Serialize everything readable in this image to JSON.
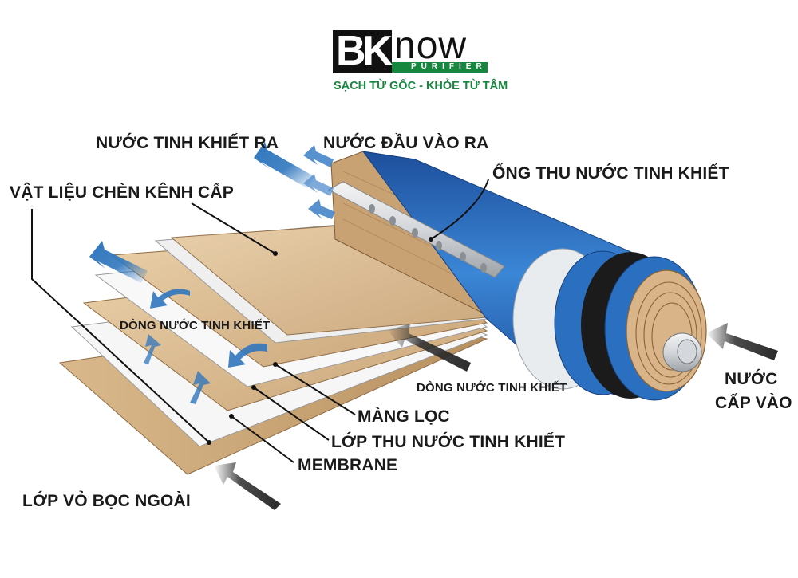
{
  "brand": {
    "logo_mark": "BK",
    "logo_word": "NOW",
    "logo_sub": "PURIFIER",
    "tagline": "SẠCH TỪ GỐC - KHỎE TỪ TÂM"
  },
  "labels": {
    "pure_water_out": "NƯỚC TINH KHIẾT RA",
    "feed_water_out": "NƯỚC ĐẦU VÀO RA",
    "feed_spacer": "VẬT LIỆU CHÈN KÊNH CẤP",
    "permeate_tube": "ỐNG THU NƯỚC TINH KHIẾT",
    "pure_flow_left": "DÒNG NƯỚC TINH KHIẾT",
    "pure_flow_right": "DÒNG NƯỚC TINH KHIẾT",
    "feed_in_line1": "NƯỚC",
    "feed_in_line2": "CẤP VÀO",
    "filter_membrane": "MÀNG LỌC",
    "permeate_layer": "LỚP THU NƯỚC TINH KHIẾT",
    "membrane": "MEMBRANE",
    "outer_wrap": "LỚP VỎ BỌC NGOÀI"
  },
  "colors": {
    "brand_green": "#17863f",
    "membrane_tan": "#e2c49a",
    "casing_blue": "#2a6fc0",
    "arrow_blue": "#2f76bd",
    "arrow_dark": "#2b2b2b"
  }
}
